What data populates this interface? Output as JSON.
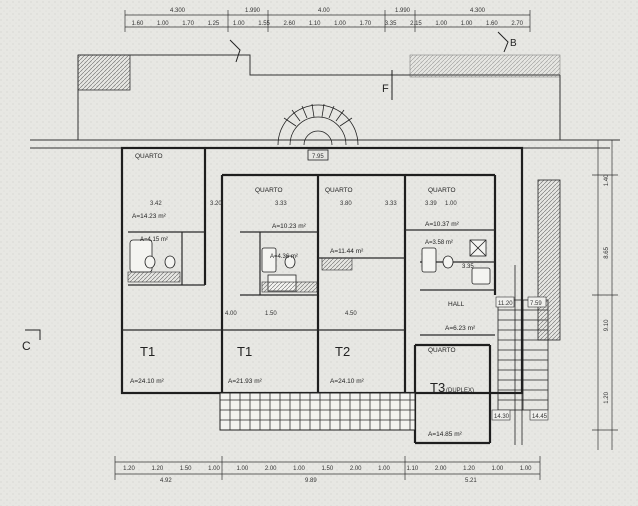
{
  "rooms": {
    "quarto_1": "QUARTO",
    "quarto_2": "QUARTO",
    "quarto_3": "QUARTO",
    "quarto_4": "QUARTO",
    "quarto_5": "QUARTO",
    "hall": "HALL"
  },
  "areas": {
    "quarto_1": "A=14.23 m²",
    "bath_1": "A=4.15 m²",
    "quarto_2": "A=10.23 m²",
    "bath_2": "A=4.36 m²",
    "quarto_3": "A=11.44 m²",
    "quarto_4": "A=10.37 m²",
    "bath_4": "A=3.58 m²",
    "wc_4": "3.35",
    "hall": "A=6.23 m²",
    "living_t1a": "A=24.10 m²",
    "living_t1b": "A=21.93 m²",
    "living_t2": "A=24.10 m²",
    "living_t3": "A=14.85 m²"
  },
  "units": {
    "t1a": "T1",
    "t1b": "T1",
    "t2": "T2",
    "t3": "T3",
    "t3_note": "(DUPLEX)"
  },
  "markers": {
    "section_c": "C",
    "section_b": "B",
    "section_f": "F"
  },
  "levels": {
    "stair": "7.95",
    "right_1": "11.20",
    "right_2": "7.59",
    "bottom_1": "14.30",
    "bottom_2": "14.45"
  },
  "dims": {
    "top_total_a": "4.300",
    "top_total_b": "1.990",
    "top_total_c": "4.00",
    "top_total_d": "1.990",
    "top_total_e": "4.300",
    "top_row": [
      "1.60",
      "1.00",
      "1.70",
      "1.25",
      "1.00",
      "1.55",
      "2.60",
      "1.10",
      "1.00",
      "1.70",
      "3.35",
      "2.15",
      "1.00",
      "1.00",
      "1.60",
      "2.70"
    ],
    "bottom_row": [
      "1.20",
      "1.20",
      "1.50",
      "1.00",
      "1.00",
      "2.00",
      "1.00",
      "1.50",
      "2.00",
      "1.00",
      "1.10",
      "2.00",
      "1.20",
      "1.00",
      "1.00"
    ],
    "bottom_total_a": "4.92",
    "bottom_total_b": "9.89",
    "bottom_total_c": "5.21",
    "right_col": [
      "1.40",
      "8.65",
      "9.10",
      "1.20"
    ],
    "room_w": [
      "3.42",
      "3.20",
      "3.33",
      "3.80",
      "3.33",
      "3.39",
      "1.00",
      "4.00",
      "1.50",
      "4.50"
    ]
  }
}
